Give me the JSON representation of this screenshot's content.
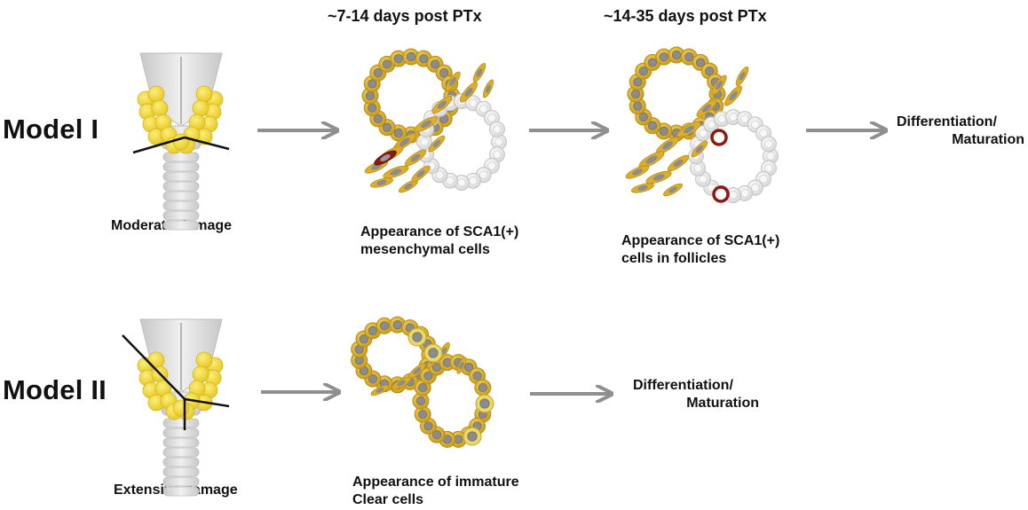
{
  "headers": {
    "stage1": "~7-14 days post PTx",
    "stage2": "~14-35 days post PTx"
  },
  "model1": {
    "title": "Model I",
    "damage_caption": "Moderate damage",
    "stage1_caption": [
      "Appearance of SCA1(+)",
      "mesenchymal cells"
    ],
    "stage2_caption": [
      "Appearance of SCA1(+)",
      "cells in follicles"
    ],
    "outcome": [
      "Differentiation/",
      "Maturation"
    ]
  },
  "model2": {
    "title": "Model II",
    "damage_caption": "Extensive damage",
    "stage1_caption": [
      "Appearance of immature",
      "Clear cells"
    ],
    "outcome": [
      "Differentiation/",
      "Maturation"
    ]
  },
  "colors": {
    "follicle_cell": "#d9ae2c",
    "nucleus": "#8c8c8c",
    "dead_cell": "#ececec",
    "sca1_cell": "#8b1a12",
    "clear_cell_ring": "#e8d96a",
    "thyroid_lobe": "#f2dc3c",
    "arrow": "#8f8f8f",
    "cartilage": "#d2d2d2"
  }
}
